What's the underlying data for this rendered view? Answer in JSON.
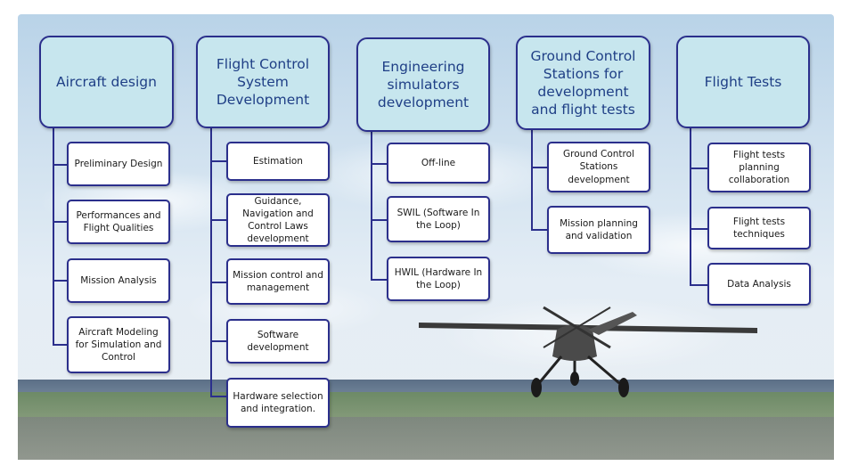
{
  "columns": [
    {
      "title": "Aircraft design",
      "items": [
        "Preliminary Design",
        "Performances and Flight Qualities",
        "Mission Analysis",
        "Aircraft Modeling for Simulation and Control"
      ]
    },
    {
      "title": "Flight Control System Development",
      "items": [
        "Estimation",
        "Guidance, Navigation and Control Laws development",
        "Mission control and management",
        "Software development",
        "Hardware selection and integration."
      ]
    },
    {
      "title": "Engineering simulators development",
      "items": [
        "Off-line",
        "SWIL (Software In the Loop)",
        "HWIL (Hardware In the Loop)"
      ]
    },
    {
      "title": "Ground Control Stations for development and flight tests",
      "items": [
        "Ground Control Stations development",
        "Mission planning and validation"
      ]
    },
    {
      "title": "Flight Tests",
      "items": [
        "Flight tests planning collaboration",
        "Flight tests techniques",
        "Data Analysis"
      ]
    }
  ],
  "colors": {
    "header_fill": "#c7e6ee",
    "border": "#2b2f8c",
    "header_text": "#1f3f86"
  }
}
